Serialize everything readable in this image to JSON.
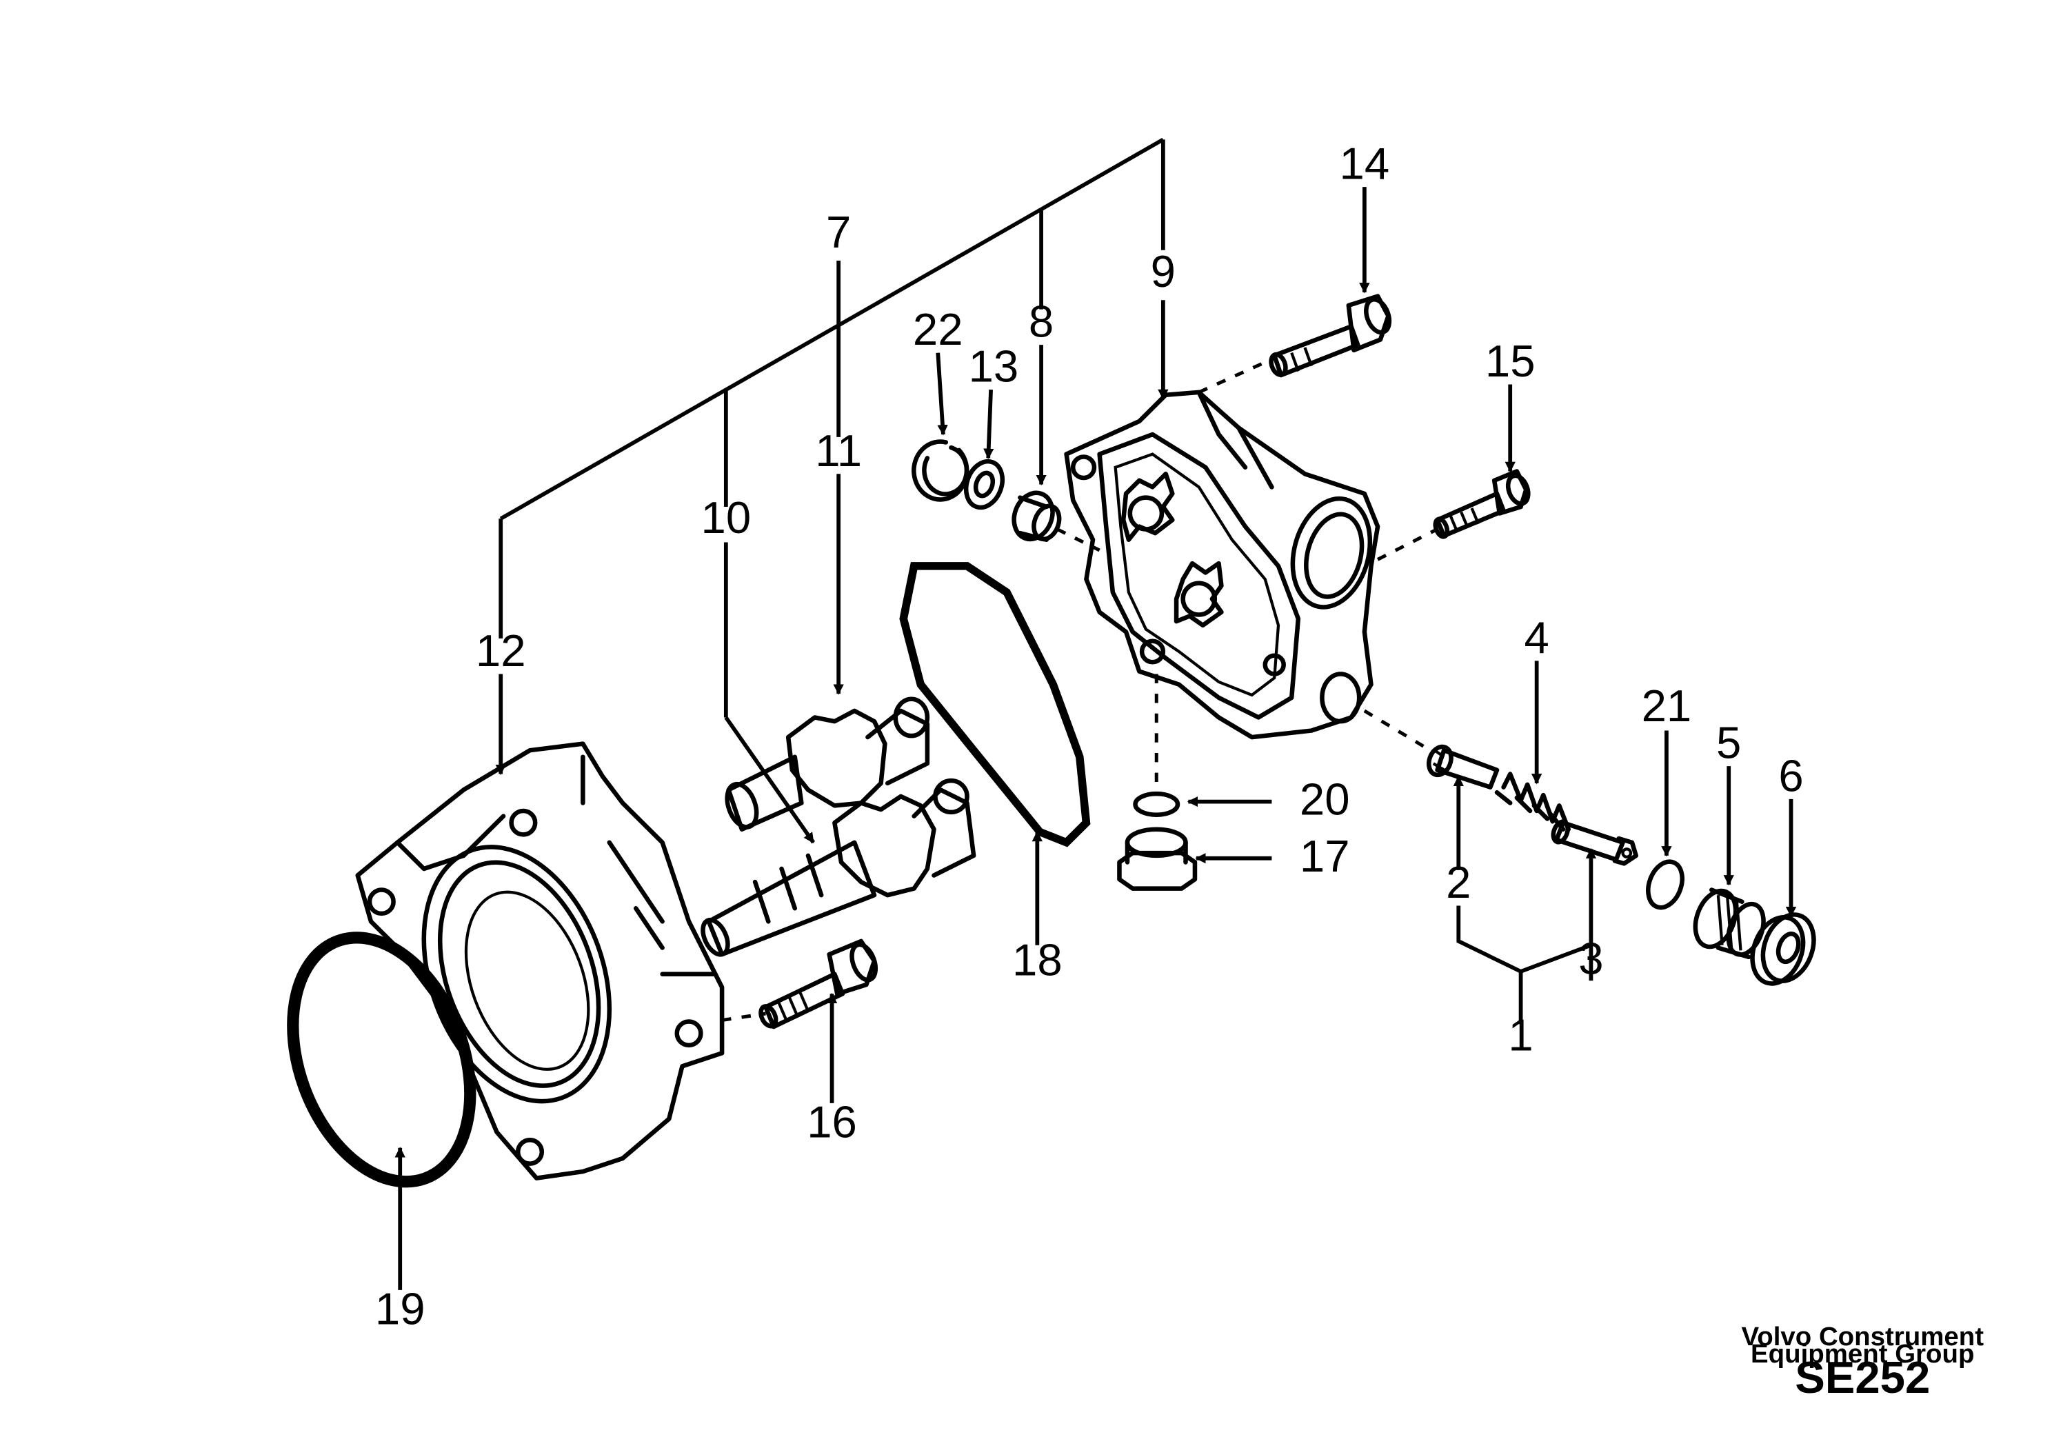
{
  "callouts": {
    "c1": "1",
    "c2": "2",
    "c3": "3",
    "c4": "4",
    "c5": "5",
    "c6": "6",
    "c7": "7",
    "c8": "8",
    "c9": "9",
    "c10": "10",
    "c11": "11",
    "c12": "12",
    "c13": "13",
    "c14": "14",
    "c15": "15",
    "c16": "16",
    "c17": "17",
    "c18": "18",
    "c19": "19",
    "c20": "20",
    "c21": "21",
    "c22": "22"
  },
  "footer": {
    "company_line1": "Volvo Construment",
    "company_line2": "Equipment Group",
    "drawing_code": "SE252"
  }
}
